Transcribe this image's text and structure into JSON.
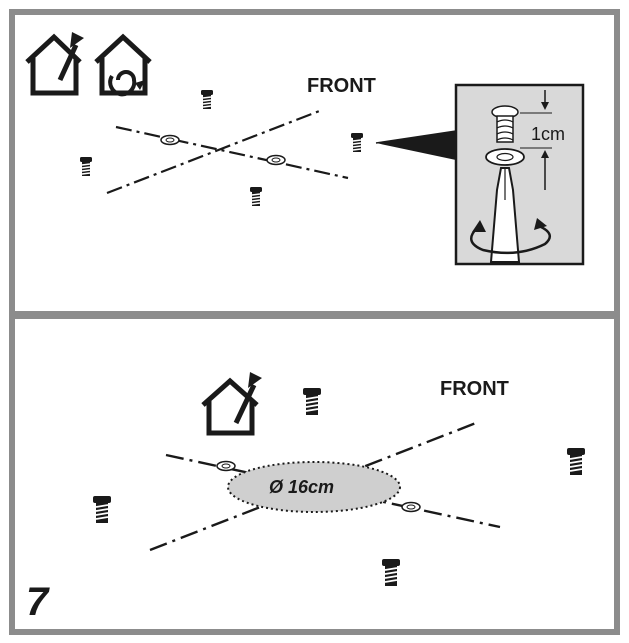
{
  "panel_top": {
    "front_label": "FRONT",
    "measure_label": "1cm",
    "icons": [
      "house-vent-out-icon",
      "house-recirculation-icon"
    ]
  },
  "panel_bottom": {
    "front_label": "FRONT",
    "diameter_label": "Ø 16cm",
    "icons": [
      "house-vent-out-icon"
    ]
  },
  "step_number": "7",
  "colors": {
    "frame": "#8c8c8c",
    "divider": "#8c8c8c",
    "ink": "#1a1a1a",
    "detail_box_fill": "#d9d9d9",
    "ellipse_fill": "#cfcfcf"
  }
}
